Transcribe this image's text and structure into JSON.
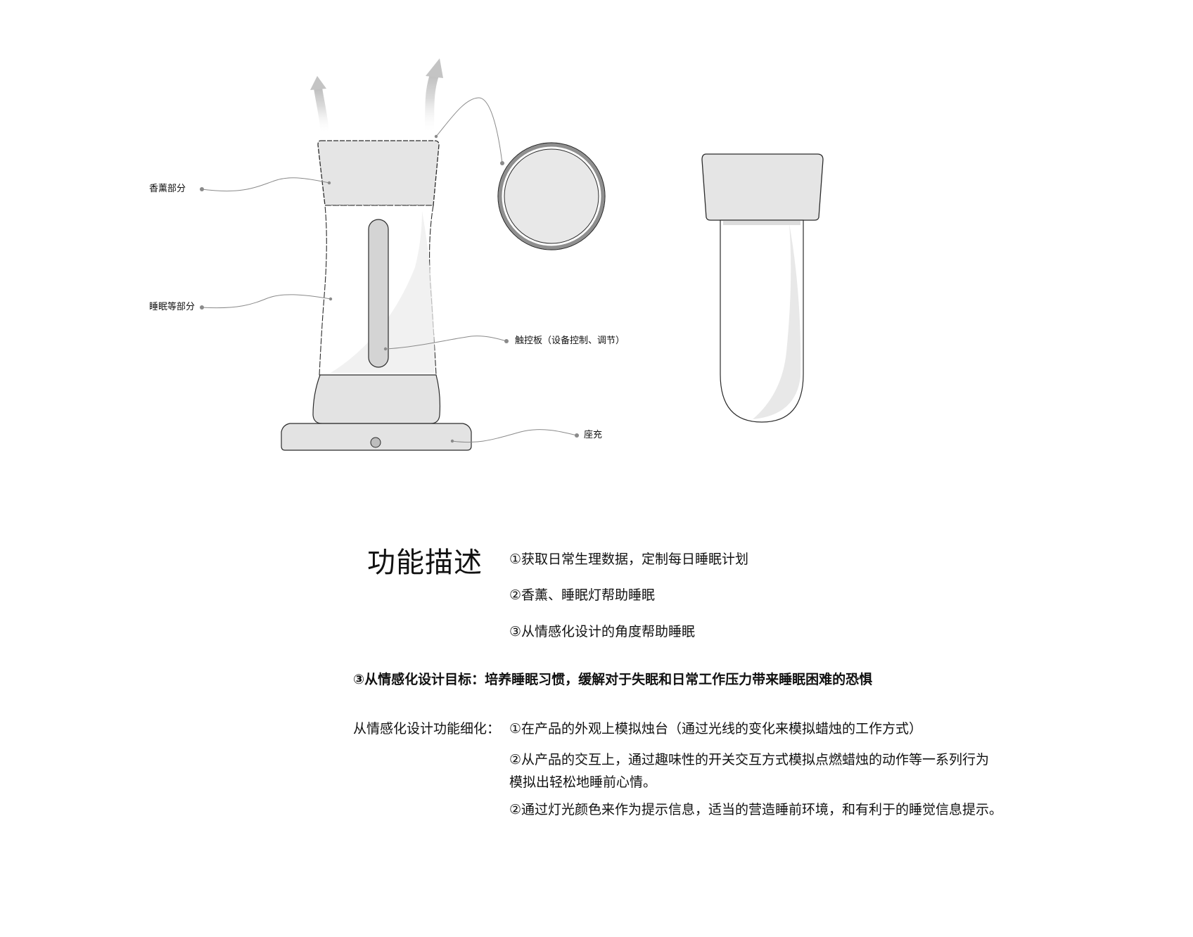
{
  "callouts": {
    "aroma": "香薰部分",
    "sleep_light": "睡眠等部分",
    "touch_panel": "触控板（设备控制、调节）",
    "charging_base": "座充"
  },
  "description": {
    "title": "功能描述",
    "items": [
      "①获取日常生理数据，定制每日睡眠计划",
      "②香薰、睡眠灯帮助睡眠",
      "③从情感化设计的角度帮助睡眠"
    ]
  },
  "goal": "③从情感化设计目标：培养睡眠习惯，缓解对于失眠和日常工作压力带来睡眠困难的恐惧",
  "refinement": {
    "label": "从情感化设计功能细化：",
    "items": [
      "①在产品的外观上模拟烛台（通过光线的变化来模拟蜡烛的工作方式）",
      "②从产品的交互上，通过趣味性的开关交互方式模拟点燃蜡烛的动作等一系列行为",
      "模拟出轻松地睡前心情。",
      "②通过灯光颜色来作为提示信息，适当的营造睡前环境，和有利于的睡觉信息提示。"
    ]
  },
  "colors": {
    "outline": "#2b2b2b",
    "light_gray": "#e3e3e3",
    "mid_gray": "#c9c9c9",
    "ring_gray": "#9a9a9a",
    "leader_line": "#8a8a8a"
  }
}
